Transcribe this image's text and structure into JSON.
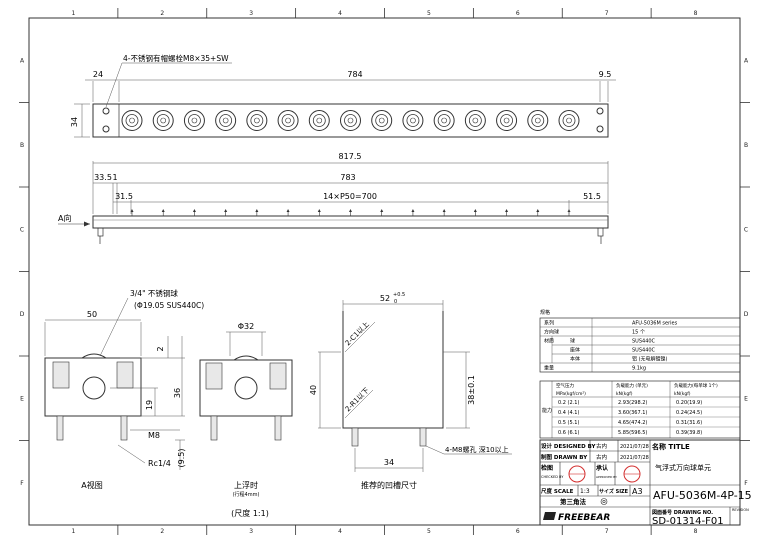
{
  "grid": {
    "columns": [
      "1",
      "2",
      "3",
      "4",
      "5",
      "6",
      "7",
      "8"
    ],
    "rows": [
      "A",
      "B",
      "C",
      "D",
      "E",
      "F"
    ]
  },
  "top_view": {
    "bolt_note": "4-不锈钢有帽螺栓M8×35+SW",
    "dim_left": "24",
    "dim_total": "784",
    "dim_right": "9.5",
    "dim_height": "34",
    "ball_count": 15
  },
  "front_view": {
    "dim_overall": "817.5",
    "dim_left": "33.5",
    "dim_left2": "1",
    "dim_mid": "783",
    "dim_small": "31.5",
    "dim_pitch": "14×P50=700",
    "dim_right": "51.5",
    "arrow_label": "A向"
  },
  "section_a": {
    "ball_note": "3/4\" 不锈钢球",
    "ball_spec": "(Φ19.05 SUS440C)",
    "dim_width": "50",
    "dim_2": "2",
    "dim_36": "36",
    "dim_19": "19",
    "dim_m8": "M8",
    "dim_rc": "Rc1/4",
    "dim_95": "(9.5)",
    "caption": "A视图"
  },
  "section_float": {
    "dim_phi": "Φ32",
    "caption": "上浮时",
    "sub_caption": "(行程4mm)"
  },
  "groove": {
    "dim_top": "52",
    "dim_top_tol": "+0.5",
    "dim_top_tol2": "0",
    "chamfer_top": "2-C1以上",
    "chamfer_bot": "2-R1以下",
    "dim_40": "40",
    "dim_38": "38±0.1",
    "dim_34": "34",
    "thread_note": "4-M8螺孔 深10以上",
    "caption": "推荐的凹槽尺寸"
  },
  "scale_note": "(尺度 1:1)",
  "spec_table": {
    "heading": "规格",
    "rows": [
      [
        "系列",
        "",
        "AFU-5036M series"
      ],
      [
        "方向球",
        "",
        "15 个"
      ],
      [
        "材质",
        "球",
        "SUS440C"
      ],
      [
        "",
        "座体",
        "SUS440C"
      ],
      [
        "",
        "本体",
        "铝 (无电解镀镍)"
      ],
      [
        "重量",
        "",
        "9.1kg"
      ]
    ],
    "load_header": [
      "空气压力",
      "负载能力 (单元)",
      "负载能力(每单球 1个)"
    ],
    "load_units": [
      "MPa(kgf/cm²)",
      "kN(kgf)",
      "kN(kgf)"
    ],
    "load_label": "能力",
    "load_rows": [
      [
        "0.2 (2.1)",
        "2.93(298.2)",
        "0.20(19.9)"
      ],
      [
        "0.4 (4.1)",
        "3.60(367.1)",
        "0.24(24.5)"
      ],
      [
        "0.5 (5.1)",
        "4.65(474.2)",
        "0.31(31.6)"
      ],
      [
        "0.6 (6.1)",
        "5.85(596.5)",
        "0.39(39.8)"
      ]
    ]
  },
  "title_block": {
    "designed_label": "设计 DESIGNED BY",
    "designed_name": "古内",
    "designed_date": "2021/07/28",
    "drawn_label": "制图 DRAWN BY",
    "drawn_name": "古内",
    "drawn_date": "2021/07/28",
    "checked_label": "检图",
    "checked_sub": "CHECKED BY",
    "approved_label": "承认",
    "approved_sub": "APPROVED BY",
    "name_label": "名称 TITLE",
    "name_value": "气浮式万向球单元",
    "scale_label": "尺度 SCALE",
    "scale_value": "1:3",
    "size_label": "サイズ SIZE",
    "size_value": "A3",
    "model": "AFU-5036M-4P-15",
    "projection": "第三角法",
    "drawing_no_label": "図面番号 DRAWING NO.",
    "drawing_no": "SD-01314-F01",
    "revision_label": "REVISION",
    "brand": "FREEBEAR"
  }
}
